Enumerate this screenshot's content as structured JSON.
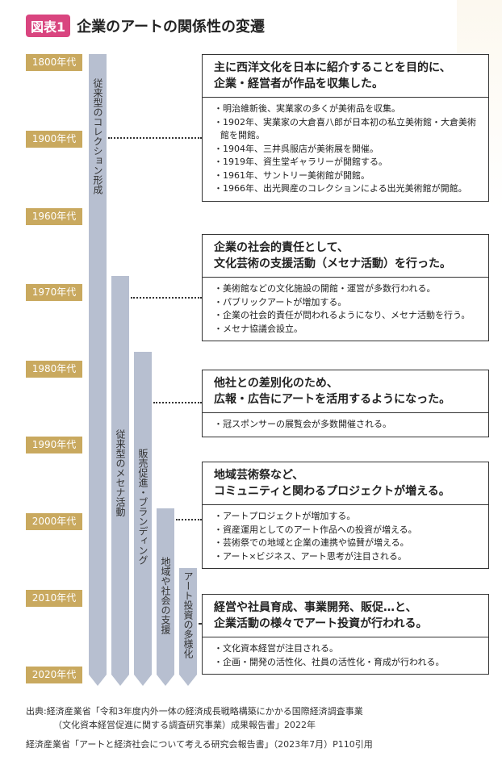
{
  "title": {
    "badge": "図表1",
    "text": "企業のアートの関係性の変遷"
  },
  "years": [
    "1800年代",
    "1900年代",
    "1960年代",
    "1970年代",
    "1980年代",
    "1990年代",
    "2000年代",
    "2010年代",
    "2020年代"
  ],
  "streams": [
    "従来型のコレクション形成",
    "従来型のメセナ活動",
    "販売促進・ブランディング",
    "地域や社会の支援",
    "アート投資の多様化"
  ],
  "boxes": [
    {
      "head": [
        "主に西洋文化を日本に紹介することを目的に、",
        "企業・経営者が作品を収集した。"
      ],
      "items": [
        "・明治維新後、実業家の多くが美術品を収集。",
        "・1902年、実業家の大倉喜八郎が日本初の私立美術館・大倉美術館を開館。",
        "・1904年、三井呉服店が美術展を開催。",
        "・1919年、資生堂ギャラリーが開館する。",
        "・1961年、サントリー美術館が開館。",
        "・1966年、出光興産のコレクションによる出光美術館が開館。"
      ]
    },
    {
      "head": [
        "企業の社会的責任として、",
        "文化芸術の支援活動（メセナ活動）を行った。"
      ],
      "items": [
        "・美術館などの文化施設の開館・運営が多数行われる。",
        "・パブリックアートが増加する。",
        "・企業の社会的責任が問われるようになり、メセナ活動を行う。",
        "・メセナ協議会設立。"
      ]
    },
    {
      "head": [
        "他社との差別化のため、",
        "広報・広告にアートを活用するようになった。"
      ],
      "items": [
        "・冠スポンサーの展覧会が多数開催される。"
      ]
    },
    {
      "head": [
        "地域芸術祭など、",
        "コミュニティと関わるプロジェクトが増える。"
      ],
      "items": [
        "・アートプロジェクトが増加する。",
        "・資産運用としてのアート作品への投資が増える。",
        "・芸術祭での地域と企業の連携や協賛が増える。",
        "・アート×ビジネス、アート思考が注目される。"
      ]
    },
    {
      "head": [
        "経営や社員育成、事業開発、販促…と、",
        "企業活動の様々でアート投資が行われる。"
      ],
      "items": [
        "・文化資本経営が注目される。",
        "・企画・開発の活性化、社員の活性化・育成が行われる。"
      ]
    }
  ],
  "source": [
    "出典:経済産業省「令和3年度内外一体の経済成長戦略構築にかかる国際経済調査事業",
    "（文化資本経営促進に関する調査研究事業）成果報告書」2022年",
    "経済産業省「アートと経済社会について考える研究会報告書」（2023年7月）P110引用"
  ],
  "colors": {
    "badge": "#d9457f",
    "year": "#c9a95f",
    "bar": "#b7bfd0"
  }
}
